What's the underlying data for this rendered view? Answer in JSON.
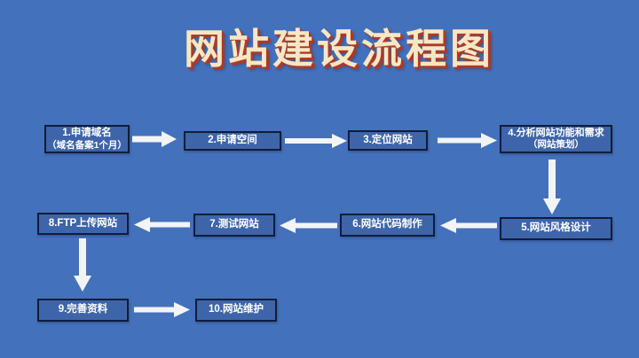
{
  "title": {
    "text": "网站建设流程图"
  },
  "colors": {
    "bg": "#4471bc",
    "bg_edge": "#5b82c4",
    "box_fill": "#3e65a9",
    "box_border": "#0f1d3a",
    "box_text": "#ffffff",
    "arrow": "#f3f4f6",
    "title_fill": "#f8e7c4",
    "title_shadow": "#ab3a29"
  },
  "flow": {
    "nodes": [
      {
        "id": "1",
        "line1": "1.申请域名",
        "line2": "（域名备案1个月）"
      },
      {
        "id": "2",
        "line1": "2.申请空间",
        "line2": ""
      },
      {
        "id": "3",
        "line1": "3.定位网站",
        "line2": ""
      },
      {
        "id": "4",
        "line1": "4.分析网站功能和需求",
        "line2": "（网站策划）"
      },
      {
        "id": "5",
        "line1": "5.网站风格设计",
        "line2": ""
      },
      {
        "id": "6",
        "line1": "6.网站代码制作",
        "line2": ""
      },
      {
        "id": "7",
        "line1": "7.测试网站",
        "line2": ""
      },
      {
        "id": "8",
        "line1": "8.FTP上传网站",
        "line2": ""
      },
      {
        "id": "9",
        "line1": "9.完善资料",
        "line2": ""
      },
      {
        "id": "10",
        "line1": "10.网站维护",
        "line2": ""
      }
    ],
    "edges": [
      {
        "from": "1",
        "to": "2",
        "direction": "right"
      },
      {
        "from": "2",
        "to": "3",
        "direction": "right"
      },
      {
        "from": "3",
        "to": "4",
        "direction": "right"
      },
      {
        "from": "4",
        "to": "5",
        "direction": "down"
      },
      {
        "from": "5",
        "to": "6",
        "direction": "left"
      },
      {
        "from": "6",
        "to": "7",
        "direction": "left"
      },
      {
        "from": "7",
        "to": "8",
        "direction": "left"
      },
      {
        "from": "8",
        "to": "9",
        "direction": "down"
      },
      {
        "from": "9",
        "to": "10",
        "direction": "right"
      }
    ]
  }
}
